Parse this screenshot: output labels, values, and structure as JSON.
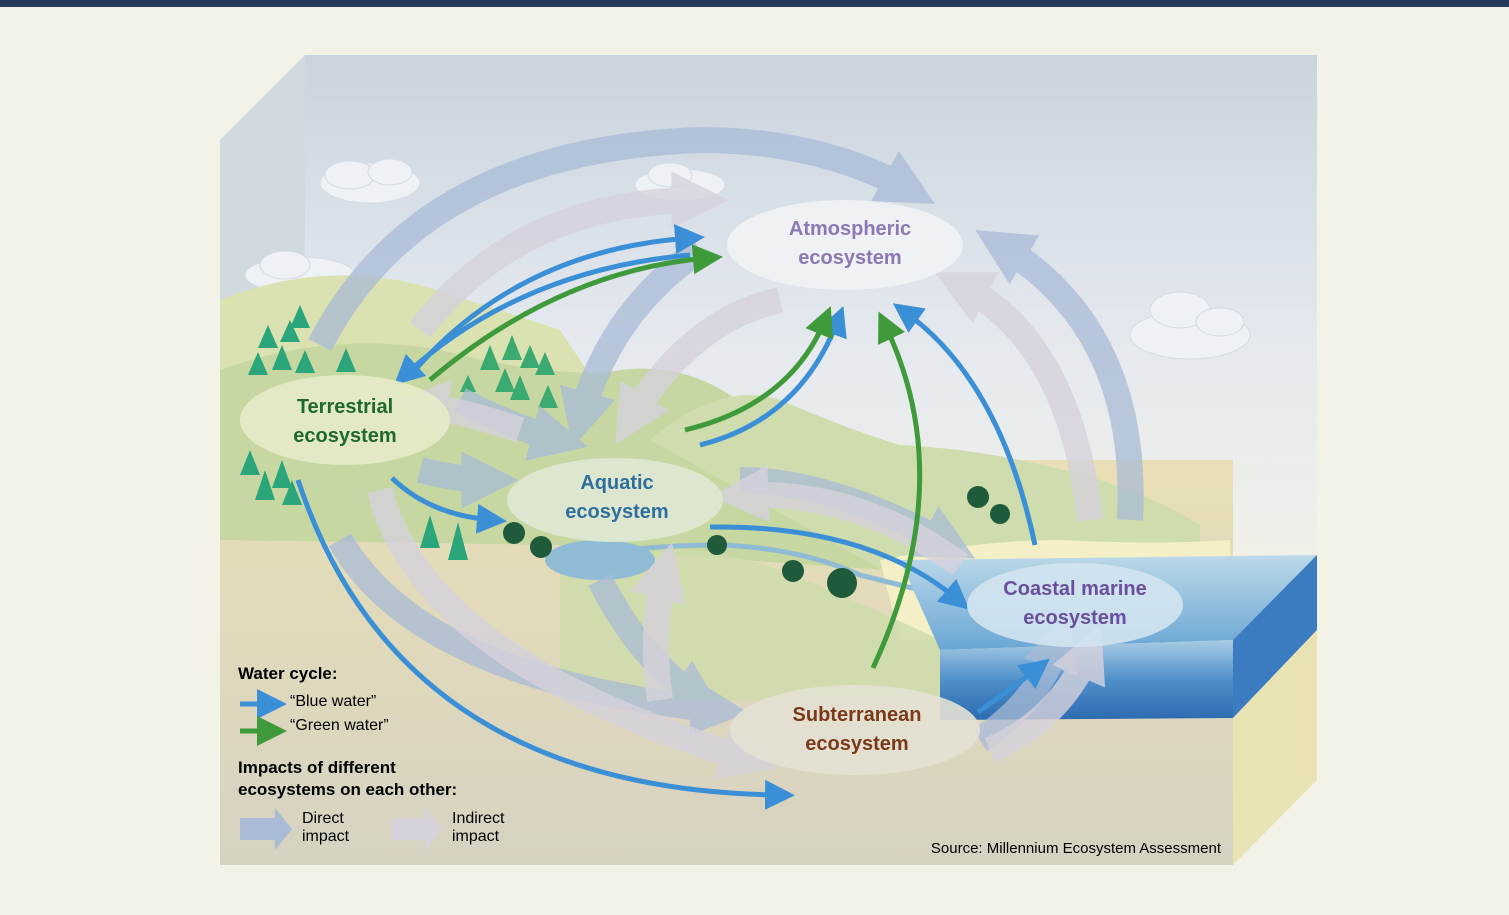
{
  "labels": {
    "atmospheric": [
      "Atmospheric",
      "ecosystem"
    ],
    "terrestrial": [
      "Terrestrial",
      "ecosystem"
    ],
    "aquatic": [
      "Aquatic",
      "ecosystem"
    ],
    "coastal": [
      "Coastal marine",
      "ecosystem"
    ],
    "subterranean": [
      "Subterranean",
      "ecosystem"
    ]
  },
  "legend": {
    "water_cycle_title": "Water cycle:",
    "blue_water": "“Blue water”",
    "green_water": "“Green water”",
    "impacts_title_1": "Impacts of different",
    "impacts_title_2": "ecosystems on each other:",
    "direct_1": "Direct",
    "direct_2": "impact",
    "indirect_1": "Indirect",
    "indirect_2": "impact"
  },
  "source": "Source: Millennium Ecosystem Assessment",
  "colors": {
    "frame_bar": "#27385e",
    "blue_water": "#3a8fd6",
    "green_water": "#3e9a3a",
    "direct_impact": "#a9bbd6",
    "indirect_impact": "#d6d2dc",
    "atmospheric_text": "#8c78b4",
    "terrestrial_text": "#1f6a2a",
    "aquatic_text": "#2f6f9e",
    "coastal_text": "#6a4f9c",
    "subterranean_text": "#7a3a1a"
  },
  "icons": [
    "cloud-icon",
    "tree-icon",
    "arrow-icon"
  ]
}
